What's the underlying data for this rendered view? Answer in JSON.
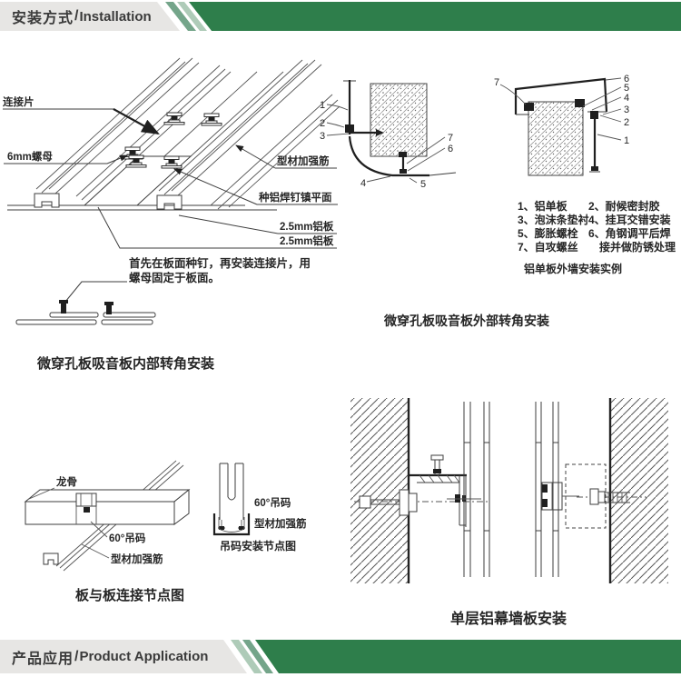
{
  "header": {
    "title_zh": "安装方式",
    "divider": "/",
    "title_en": "Installation"
  },
  "footer": {
    "title_zh": "产品应用",
    "divider": "/",
    "title_en": "Product Application"
  },
  "colors": {
    "band_green": "#2E7E4B",
    "stripe_medium": "#74A58A",
    "stripe_light": "#AECBB8",
    "label_gray": "#E7E6E4",
    "ink": "#2a2a2a"
  },
  "top_left": {
    "label_connector": "连接片",
    "label_nut": "6mm螺母",
    "label_rib": "型材加强筋",
    "label_weld": "种铝焊钉镇平面",
    "label_plate_1": "2.5mm铝板",
    "label_plate_2": "2.5mm铝板",
    "note_1": "首先在板面种钉，再安装连接片，用",
    "note_2": "螺母固定于板面。",
    "caption": "微穿孔板吸音板内部转角安装"
  },
  "top_right": {
    "nums": [
      "1",
      "2",
      "3",
      "4",
      "5",
      "6",
      "7"
    ],
    "legend": [
      "1、铝单板",
      "2、耐候密封胶",
      "3、泡沫条垫衬",
      "4、挂耳交错安装",
      "5、膨胀螺栓",
      "6、角钢调平后焊",
      "7、自攻螺丝",
      "接并做防锈处理"
    ],
    "example_caption": "铝单板外墙安装实例",
    "caption": "微穿孔板吸音板外部转角安装"
  },
  "bottom_left": {
    "label_keel": "龙骨",
    "label_hanger": "60°吊码",
    "label_rib": "型材加强筋",
    "label_hanger_2": "60°吊码",
    "label_rib_2": "型材加强筋",
    "node_caption": "吊码安装节点图",
    "caption": "板与板连接节点图"
  },
  "bottom_right": {
    "caption": "单层铝幕墙板安装"
  }
}
